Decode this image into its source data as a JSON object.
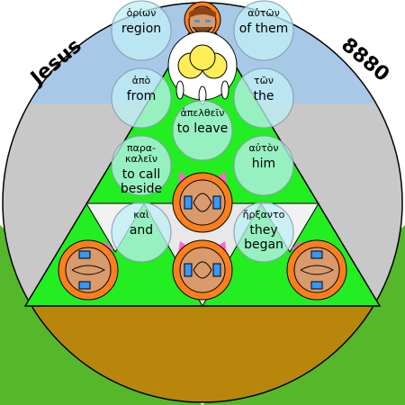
{
  "corner_left": "Jesus",
  "corner_right": "8880",
  "words": [
    {
      "greek": "ὁρίων",
      "english": [
        "region"
      ]
    },
    {
      "greek": "αὐτῶν",
      "english": [
        "of them"
      ]
    },
    {
      "greek": "ἀπὸ",
      "english": [
        "from"
      ]
    },
    {
      "greek": "τῶν",
      "english": [
        "the"
      ]
    },
    {
      "greek": "ἀπελθεῖν",
      "english": [
        "to leave"
      ]
    },
    {
      "greek": [
        "παρα-",
        "καλεῖν"
      ],
      "english": [
        "to call",
        "beside"
      ]
    },
    {
      "greek": "αὐτὸν",
      "english": [
        "him"
      ]
    },
    {
      "greek": "καὶ",
      "english": [
        "and"
      ]
    },
    {
      "greek": "ἤρξαντο",
      "english": [
        "they",
        "began"
      ]
    }
  ],
  "colors": {
    "sky": "#a8c8e8",
    "pavement": "#c8c8c8",
    "grass": "#55b82a",
    "earth": "#b8860b",
    "triangle": "#22ee22",
    "bubble": "#bff0f5",
    "face_ring": "#ff7f1a"
  }
}
